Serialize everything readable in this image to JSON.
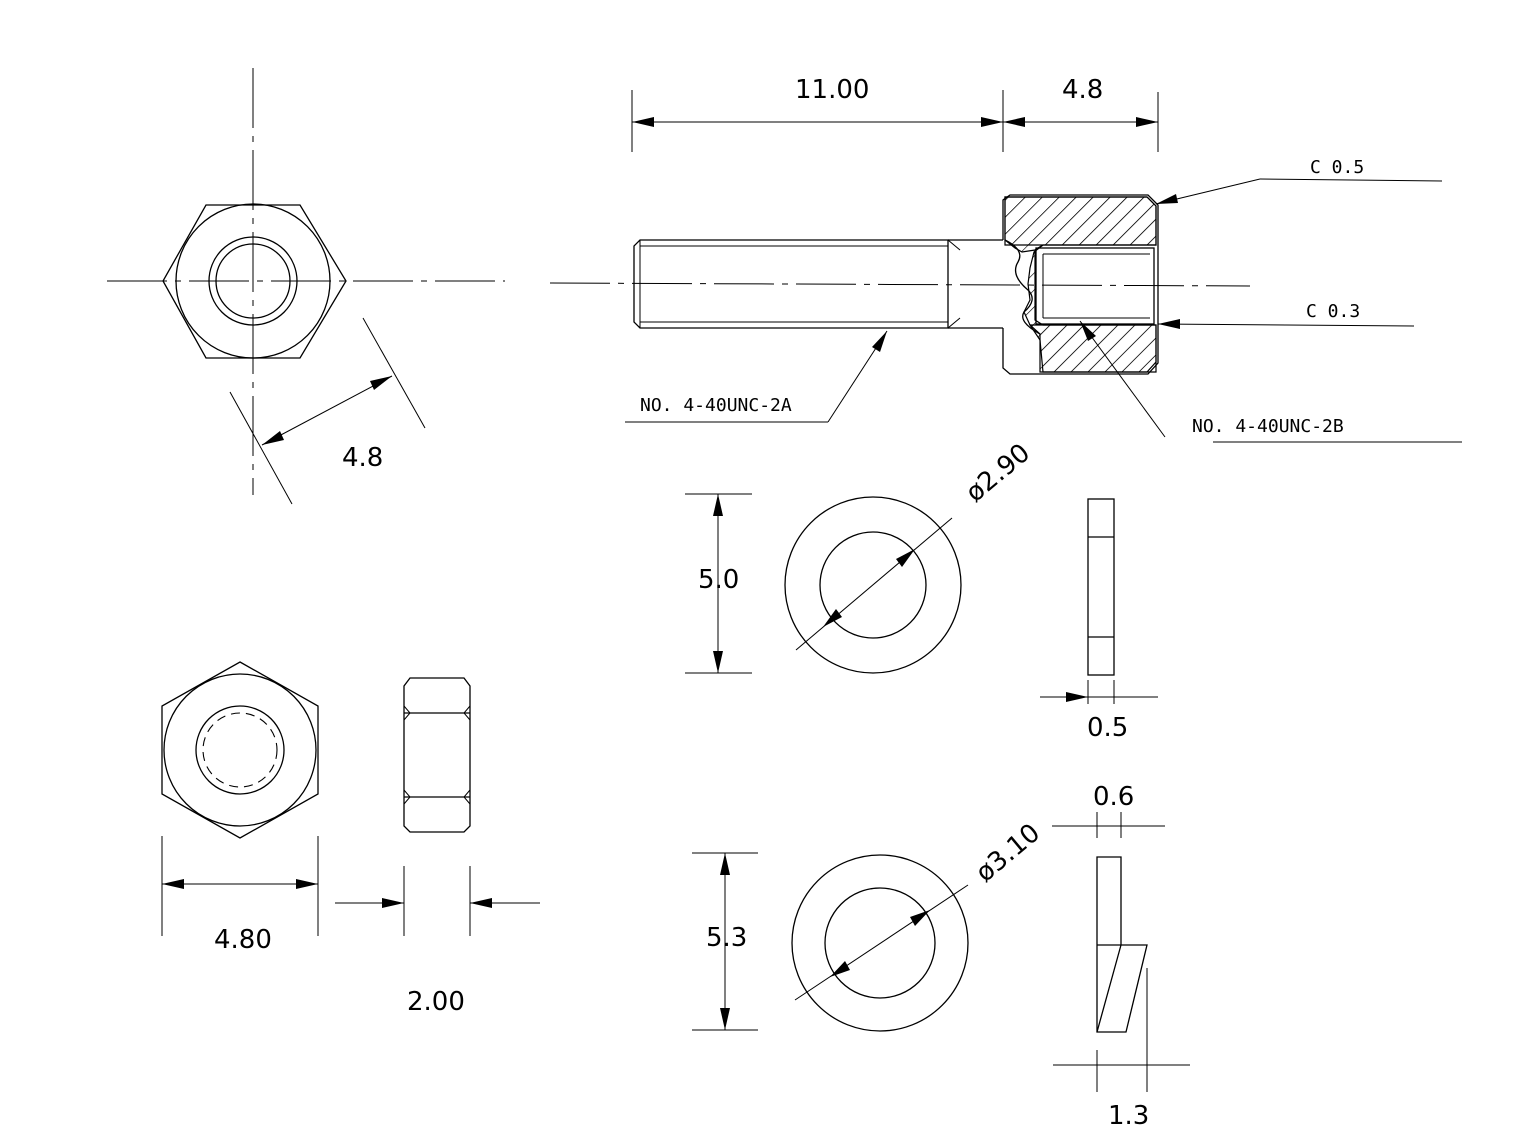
{
  "dimensions": {
    "screw_thread_length": "11.00",
    "screw_head_length": "4.8",
    "head_across_flats": "4.8",
    "nut_across_flats": "4.80",
    "nut_thickness": "2.00",
    "washer_flat_od": "5.0",
    "washer_flat_id": "ø2.90",
    "washer_flat_thickness": "0.5",
    "washer_lock_od": "5.3",
    "washer_lock_id": "ø3.10",
    "washer_lock_thickness": "0.6",
    "washer_lock_width": "1.3"
  },
  "notes": {
    "chamfer_outer": "C 0.5",
    "chamfer_inner": "C 0.3",
    "external_thread": "NO. 4-40UNC-2A",
    "internal_thread": "NO. 4-40UNC-2B"
  }
}
